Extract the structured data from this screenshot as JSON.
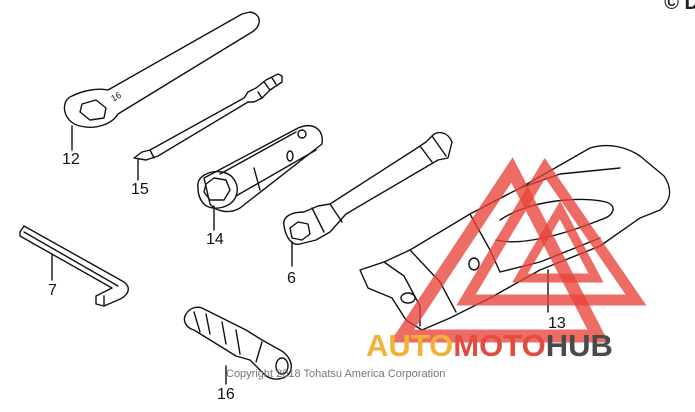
{
  "labels": {
    "p12": "12",
    "p15": "15",
    "p14": "14",
    "p7": "7",
    "p6": "6",
    "p13": "13",
    "p16": "16"
  },
  "wrench_stamp": "16",
  "copyright": "Copyright 2018 Tohatsu America Corporation",
  "watermark": {
    "part1": "AUTO",
    "part2": "MOTO",
    "part3": "HUB",
    "colors": {
      "auto": "#f2b23a",
      "moto": "#e24b3e",
      "hub": "#4a4a4a",
      "triangle": "#e8433a"
    }
  },
  "corner_mark": "© D"
}
